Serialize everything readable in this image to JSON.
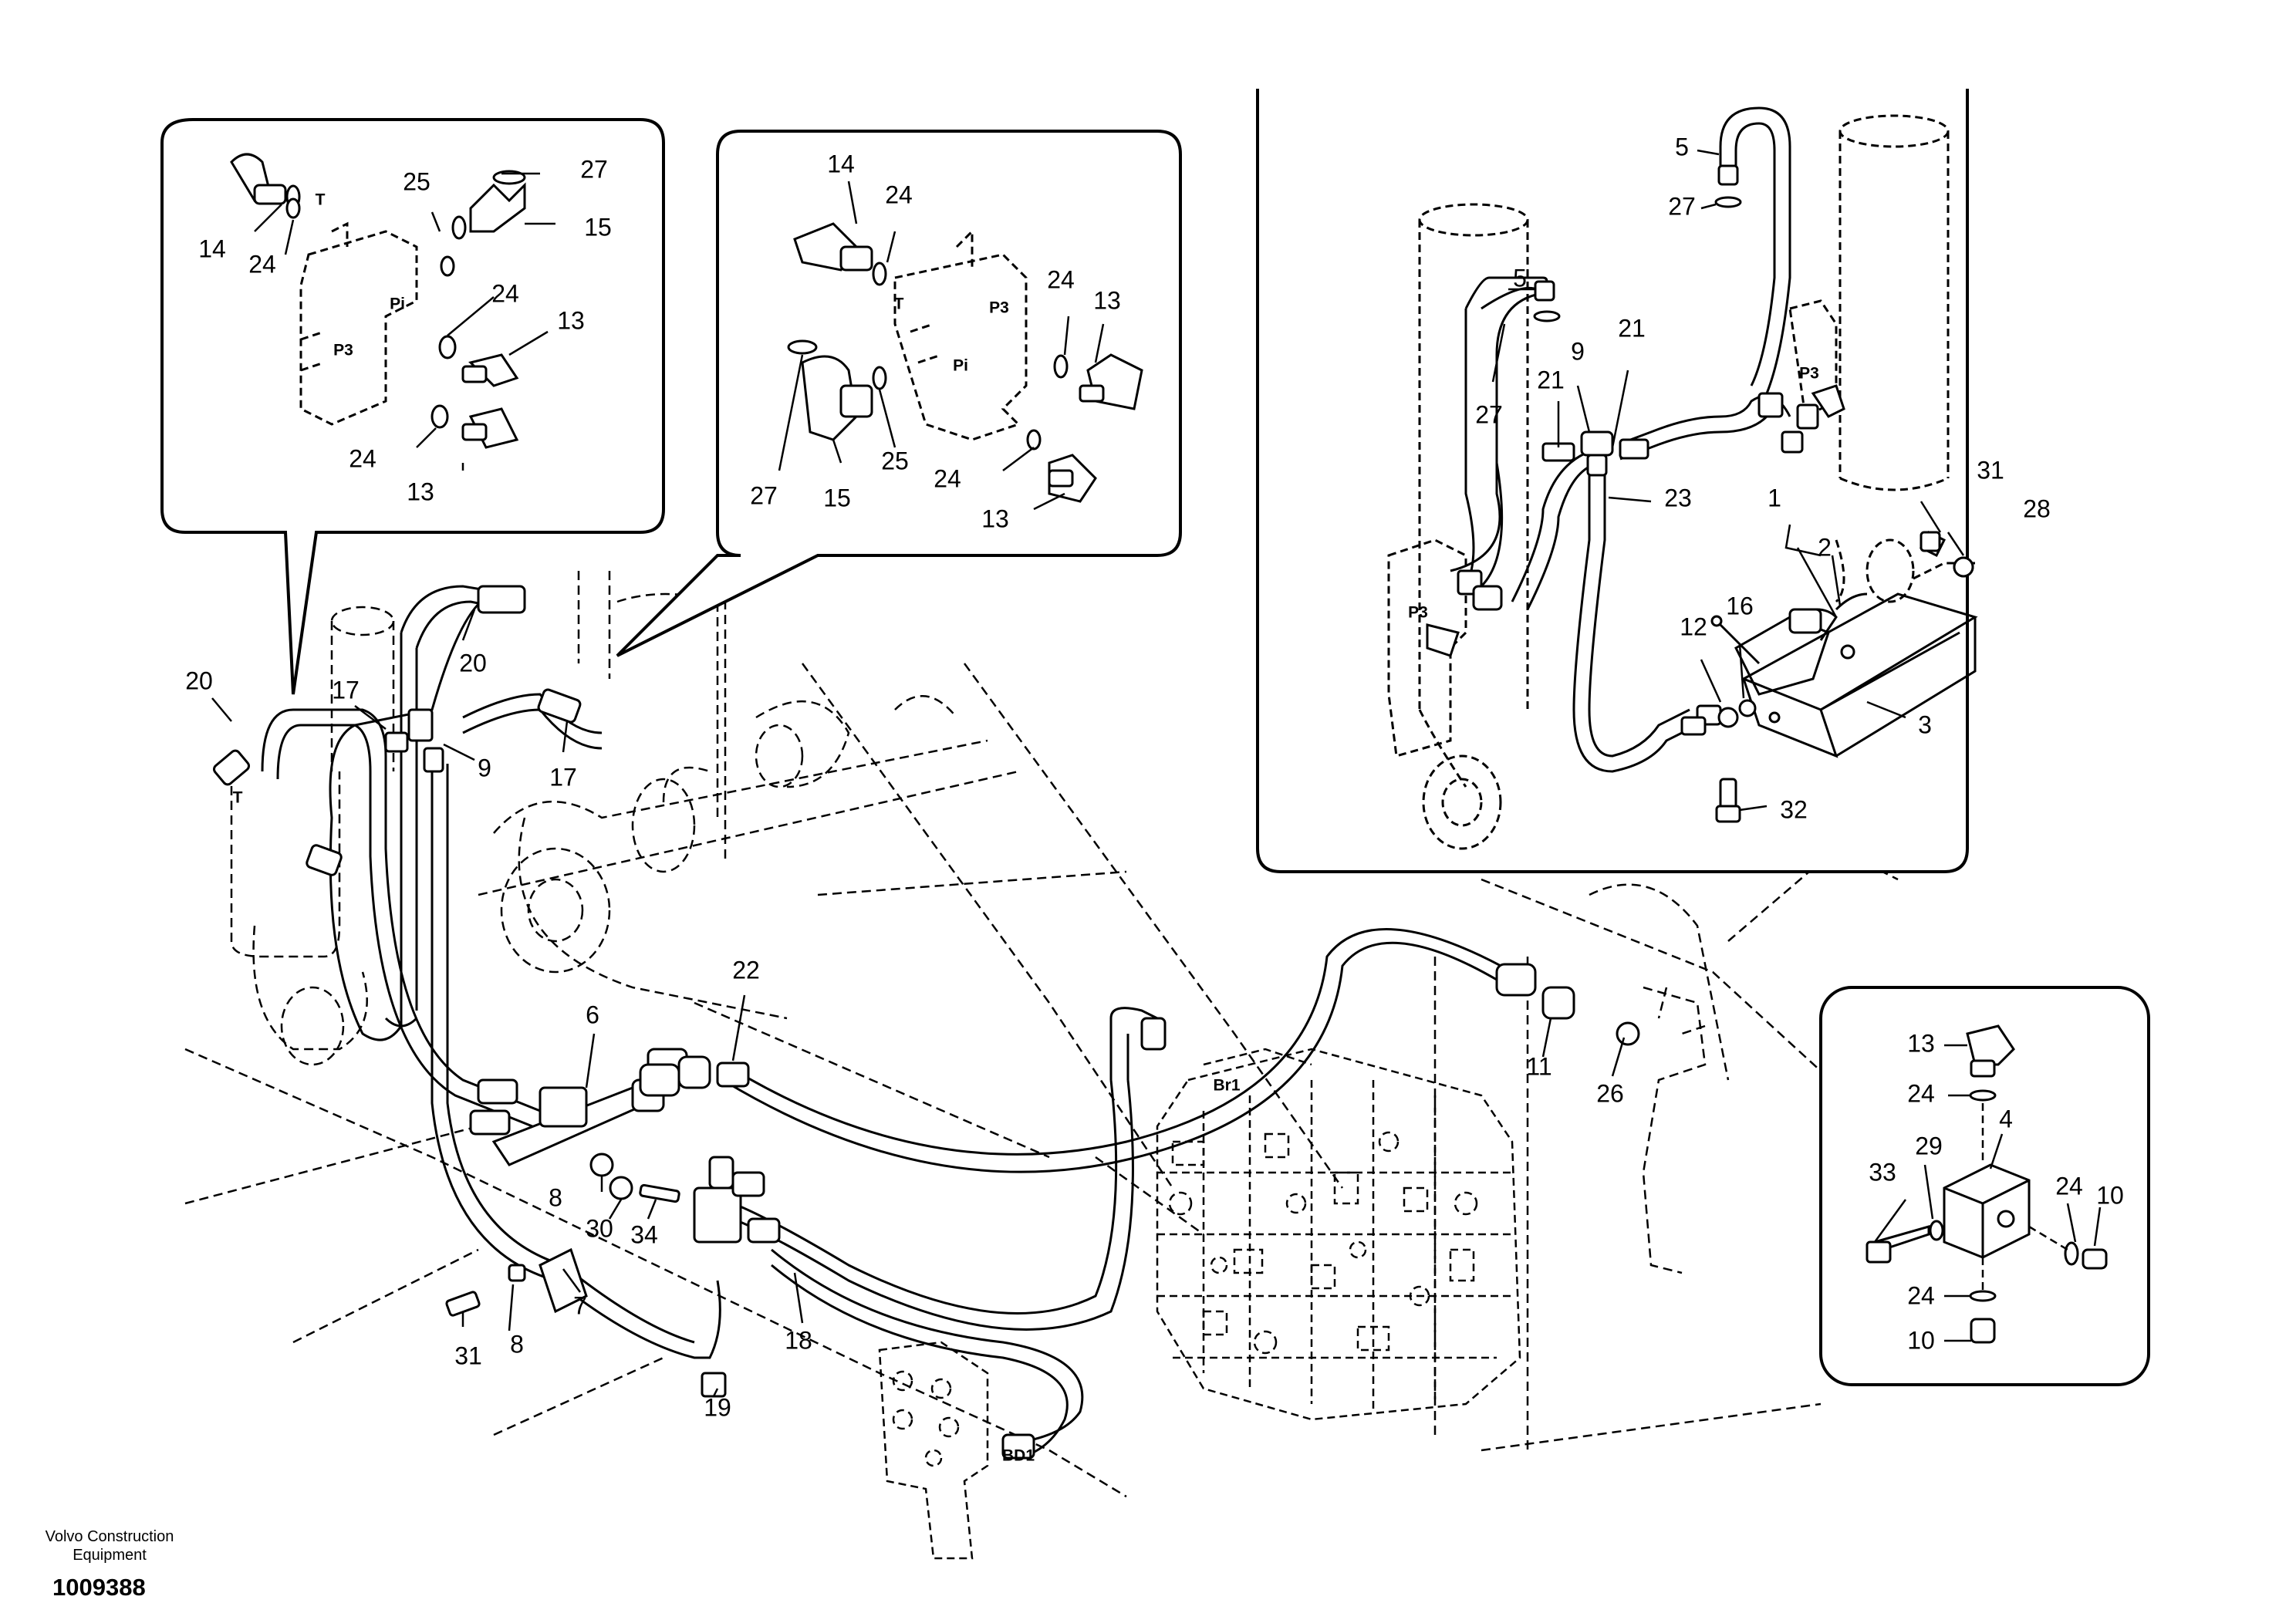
{
  "footer": {
    "brand_line1": "Volvo Construction",
    "brand_line2": "Equipment",
    "drawing_number": "1009388"
  },
  "inset_left": {
    "ports": [
      "T",
      "Pi",
      "P3"
    ],
    "labels": [
      "14",
      "24",
      "25",
      "27",
      "15",
      "24",
      "13",
      "24",
      "13"
    ]
  },
  "inset_mid": {
    "ports": [
      "T",
      "P3",
      "Pi"
    ],
    "labels": [
      "14",
      "24",
      "24",
      "13",
      "27",
      "15",
      "25",
      "24",
      "13"
    ]
  },
  "inset_right": {
    "ports": [
      "P3",
      "P3"
    ],
    "labels": [
      "5",
      "27",
      "5",
      "27",
      "9",
      "21",
      "21",
      "23",
      "1",
      "2",
      "31",
      "28",
      "12",
      "16",
      "3",
      "32"
    ]
  },
  "inset_block": {
    "labels": [
      "13",
      "24",
      "4",
      "33",
      "29",
      "24",
      "10",
      "24",
      "10"
    ]
  },
  "main": {
    "ports": [
      "T",
      "Br1",
      "BD1"
    ],
    "labels": [
      "20",
      "17",
      "20",
      "9",
      "17",
      "22",
      "6",
      "11",
      "26",
      "8",
      "30",
      "34",
      "31",
      "8",
      "7",
      "18",
      "19"
    ]
  }
}
